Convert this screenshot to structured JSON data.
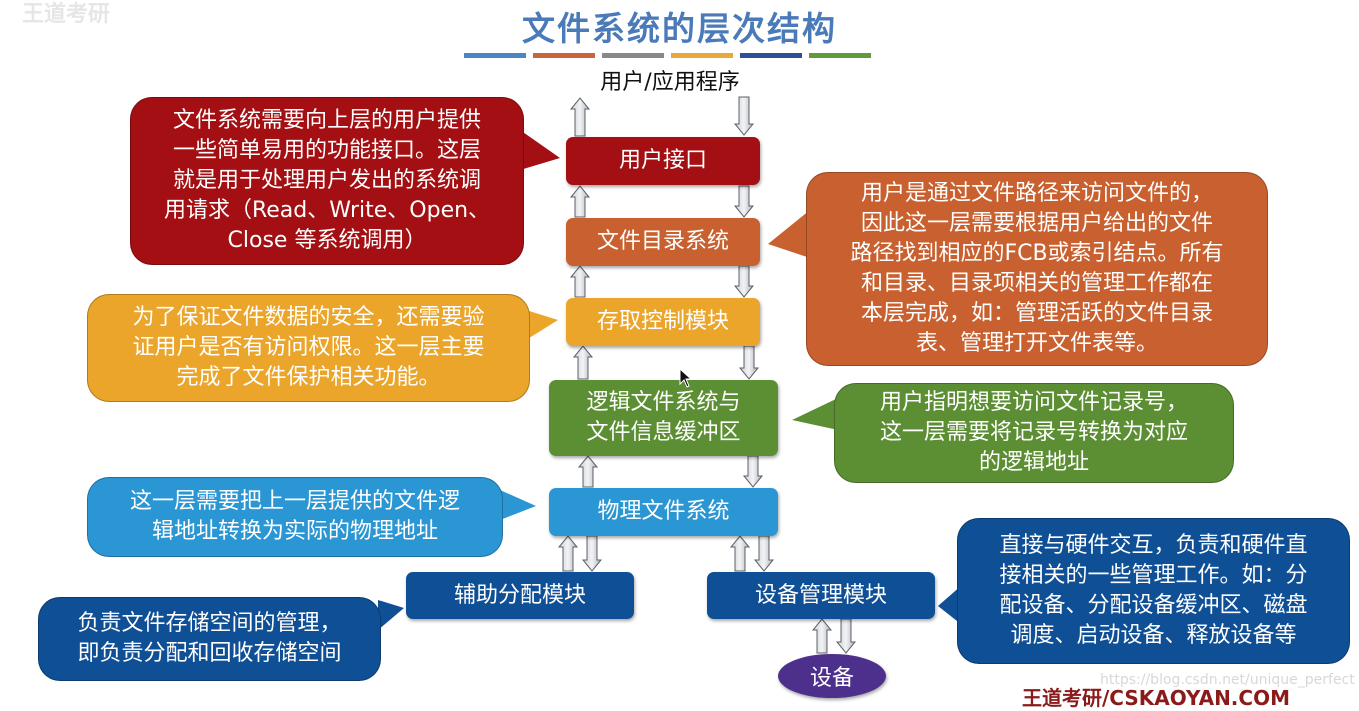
{
  "page_title": "文件系统的层次结构",
  "title_bar_colors": [
    "#4a86c5",
    "#c8653a",
    "#888888",
    "#e7a93a",
    "#2d4f96",
    "#5f9b3a"
  ],
  "top_label": "用户/应用程序",
  "layers": {
    "user_interface": "用户接口",
    "file_directory": "文件目录系统",
    "access_control": "存取控制模块",
    "logical_fs": [
      "逻辑文件系统与",
      "文件信息缓冲区"
    ],
    "physical_fs": "物理文件系统",
    "allocation": "辅助分配模块",
    "device_mgmt": "设备管理模块",
    "device": "设备"
  },
  "callouts": {
    "user_interface": [
      "文件系统需要向上层的用户提供",
      "一些简单易用的功能接口。这层",
      "就是用于处理用户发出的系统调",
      "用请求（Read、Write、Open、",
      "Close 等系统调用）"
    ],
    "file_directory": [
      "用户是通过文件路径来访问文件的，",
      "因此这一层需要根据用户给出的文件",
      "路径找到相应的FCB或索引结点。所有",
      "和目录、目录项相关的管理工作都在",
      "本层完成，如：管理活跃的文件目录",
      "表、管理打开文件表等。"
    ],
    "access_control": [
      "为了保证文件数据的安全，还需要验",
      "证用户是否有访问权限。这一层主要",
      "完成了文件保护相关功能。"
    ],
    "logical_fs": [
      "用户指明想要访问文件记录号，",
      "这一层需要将记录号转换为对应",
      "的逻辑地址"
    ],
    "physical_fs": [
      "这一层需要把上一层提供的文件逻",
      "辑地址转换为实际的物理地址"
    ],
    "allocation": [
      "负责文件存储空间的管理，",
      "即负责分配和回收存储空间"
    ],
    "device_mgmt": [
      "直接与硬件交互，负责和硬件直",
      "接相关的一些管理工作。如：分",
      "配设备、分配设备缓冲区、磁盘",
      "调度、启动设备、释放设备等"
    ]
  },
  "colors": {
    "title": "#4a7ab8",
    "user_interface": "#a30f12",
    "file_directory": "#c9602f",
    "access_control": "#eaa52a",
    "logical_fs": "#5c8f34",
    "physical_fs": "#2b96d4",
    "allocation": "#0f4f95",
    "device": "#4d2f8c"
  },
  "watermark_logo": "王道考研",
  "footer_brand": "王道考研/CSKAOYAN.COM",
  "url_watermark": "https://blog.csdn.net/unique_perfect"
}
